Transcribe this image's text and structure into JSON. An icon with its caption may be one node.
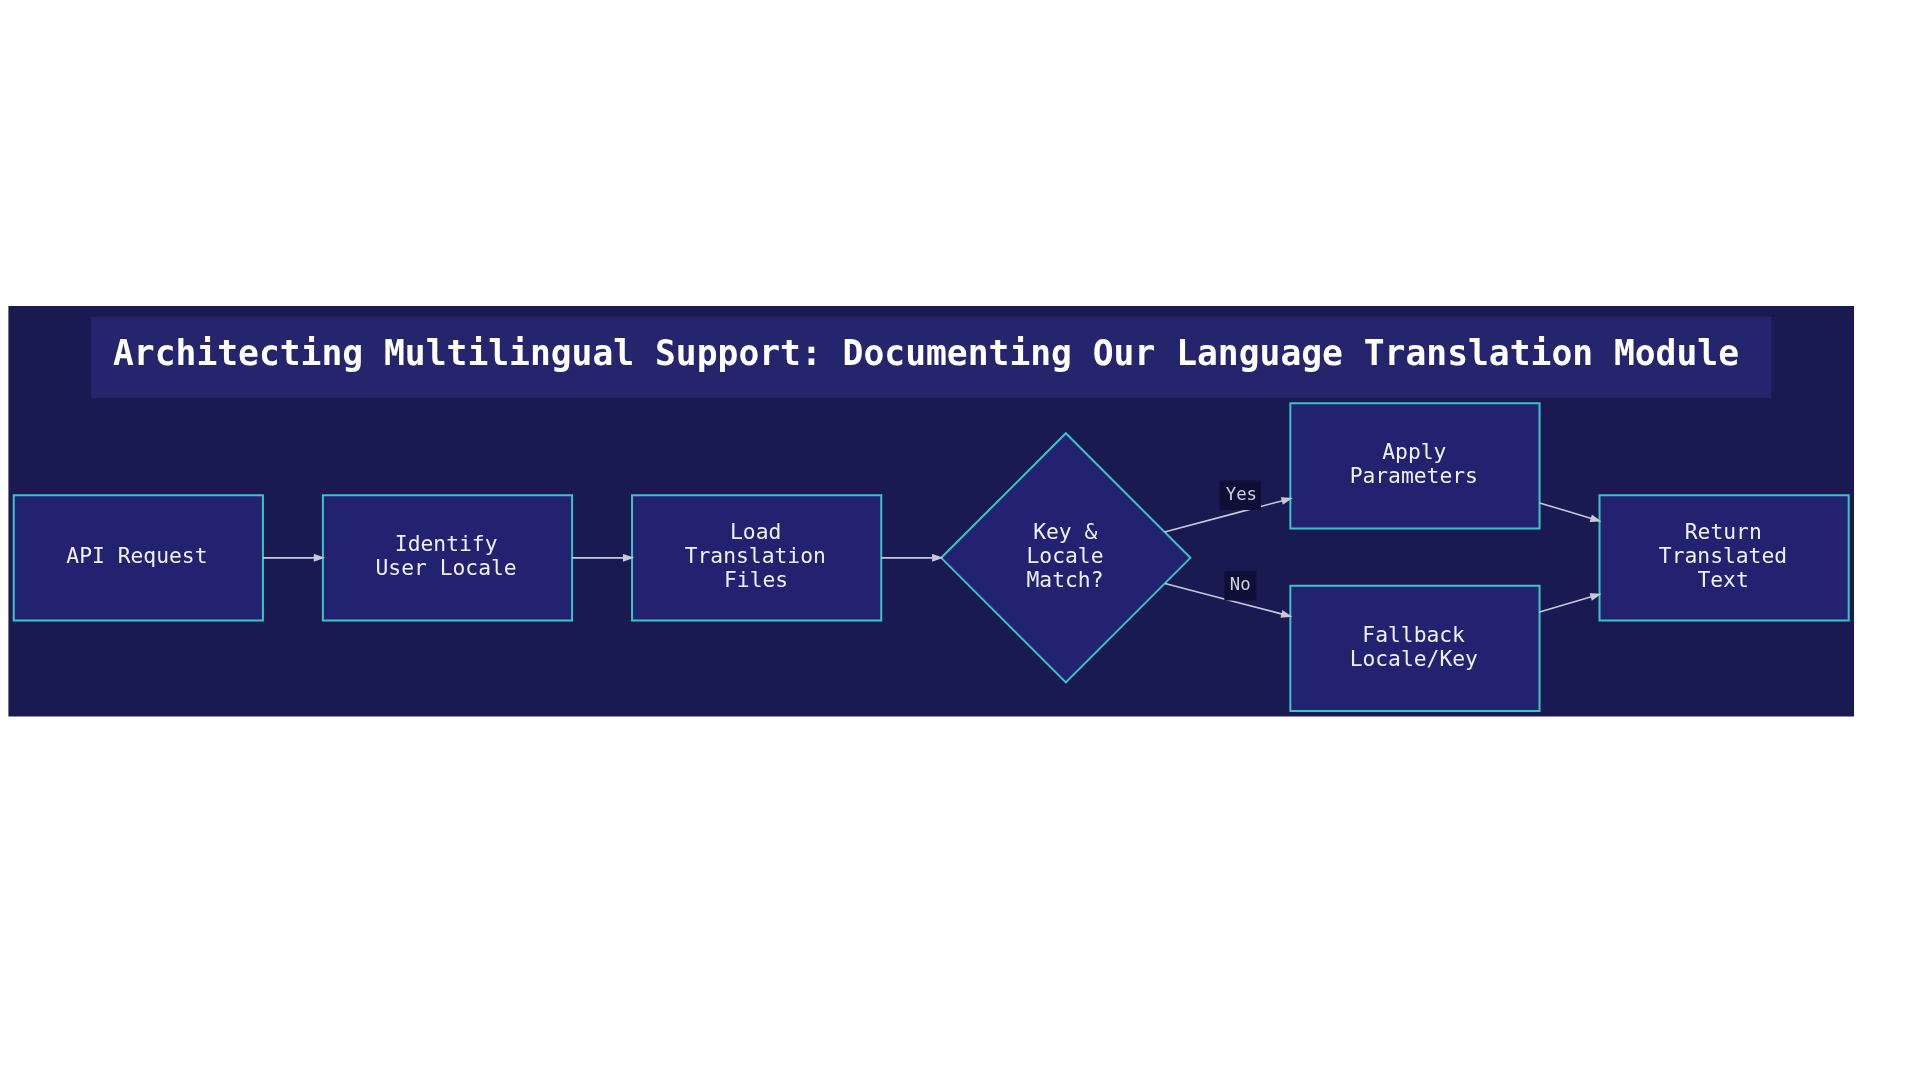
{
  "diagram": {
    "title": "Architecting Multilingual Support: Documenting Our Language Translation Module",
    "nodes": [
      {
        "text": [
          "API Request"
        ]
      },
      {
        "text": [
          "Identify User Locale"
        ]
      },
      {
        "text": [
          "Load Translation Files"
        ]
      },
      {
        "text": [
          "Key & Locale Match?"
        ]
      },
      {
        "text": [
          "Apply Parameters"
        ]
      },
      {
        "text": [
          "Fallback Locale/Key"
        ]
      },
      {
        "text": [
          "Return Translated Text"
        ]
      }
    ],
    "edges": [
      {
        "from": 0,
        "to": 1,
        "arrow": "to"
      },
      {
        "from": 1,
        "to": 2,
        "arrow": "to"
      },
      {
        "from": 2,
        "to": 3,
        "arrow": "to"
      },
      {
        "from": 3,
        "to": 4,
        "arrow": "to",
        "label": "Yes"
      },
      {
        "from": 3,
        "to": 5,
        "arrow": "to",
        "label": "No"
      },
      {
        "from": 4,
        "to": 6,
        "arrow": "to"
      },
      {
        "from": 5,
        "to": 6,
        "arrow": "to"
      }
    ]
  }
}
